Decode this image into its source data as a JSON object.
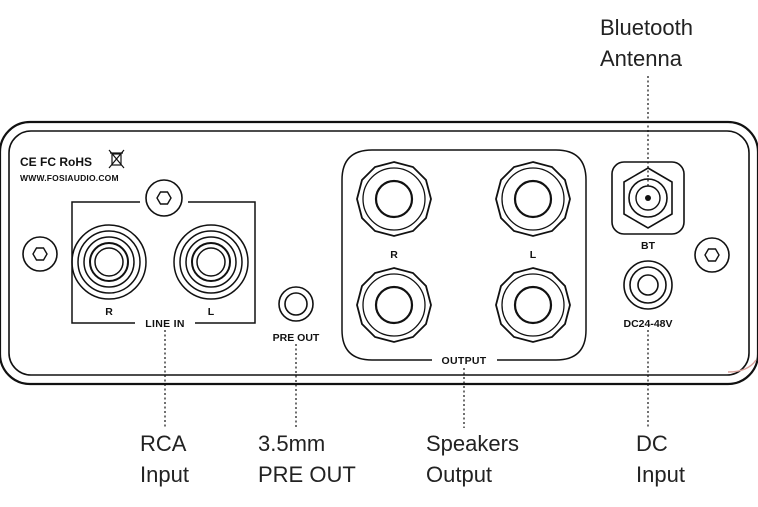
{
  "callouts": {
    "bluetooth_line1": "Bluetooth",
    "bluetooth_line2": "Antenna",
    "rca_line1": "RCA",
    "rca_line2": "Input",
    "preout_line1": "3.5mm",
    "preout_line2": "PRE OUT",
    "speakers_line1": "Speakers",
    "speakers_line2": "Output",
    "dc_line1": "DC",
    "dc_line2": "Input"
  },
  "panel": {
    "cert_marks": "CE FC RoHS",
    "website": "WWW.FOSIAUDIO.COM",
    "line_in": {
      "label": "LINE IN",
      "right": "R",
      "left": "L"
    },
    "pre_out": "PRE OUT",
    "output": {
      "label": "OUTPUT",
      "right": "R",
      "left": "L"
    },
    "bt": "BT",
    "dc": "DC24-48V"
  }
}
